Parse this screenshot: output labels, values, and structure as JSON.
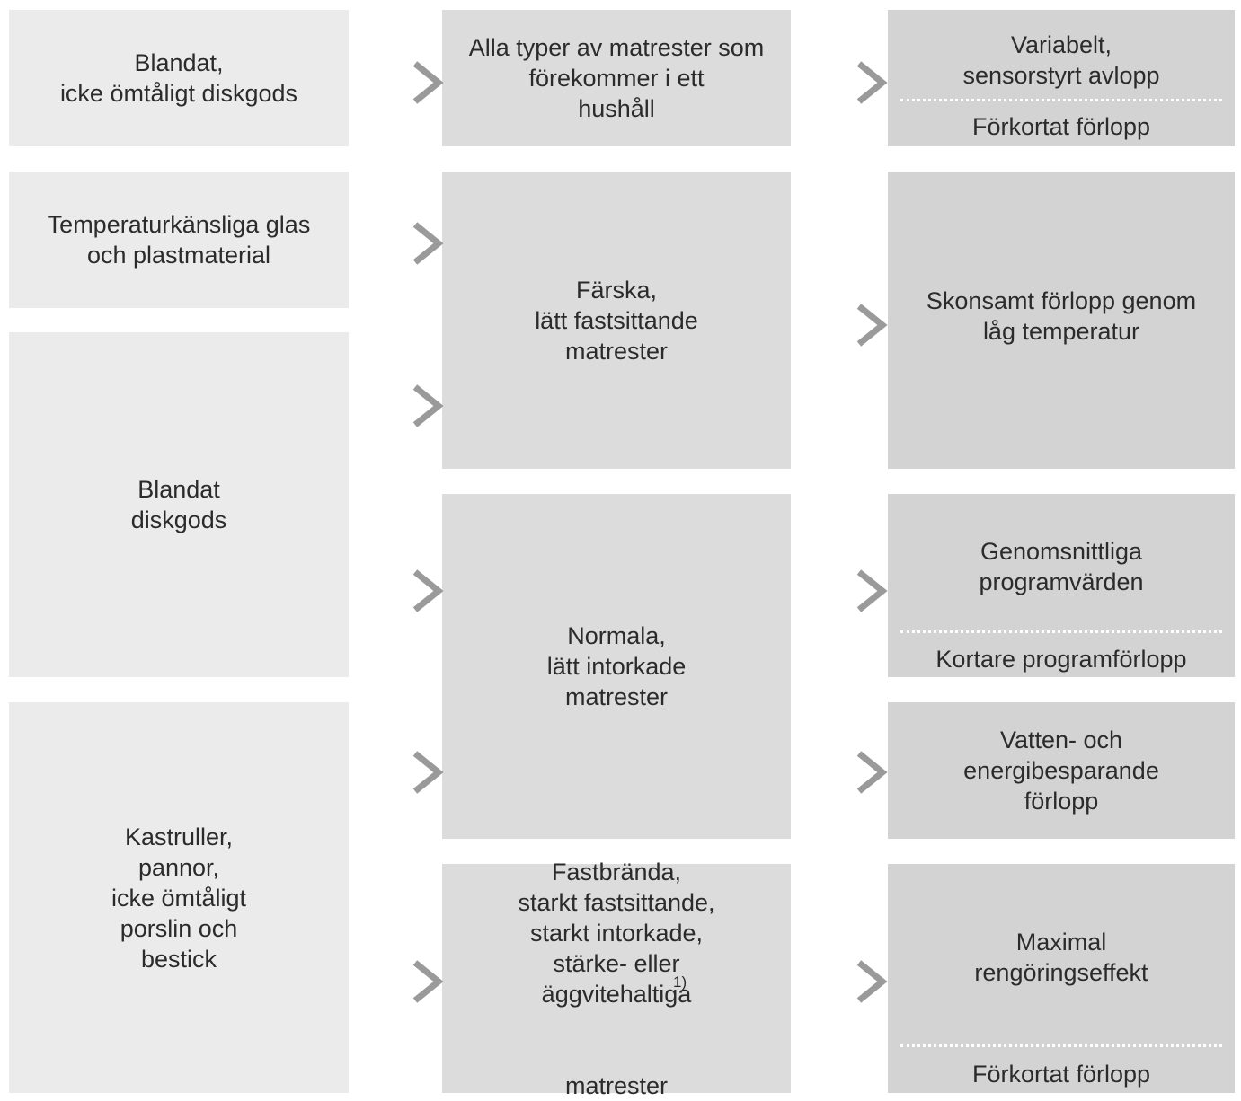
{
  "col1": {
    "box1": "Blandat,\nicke ömtåligt diskgods",
    "box2": "Temperaturkänsliga glas\noch plastmaterial",
    "box3": "Blandat\ndiskgods",
    "box4": "Kastruller,\npannor,\nicke ömtåligt\nporslin och\nbestick"
  },
  "col2": {
    "box1": "Alla typer av matrester som\nförekommer i ett\nhushåll",
    "box2": "Färska,\nlätt fastsittande\nmatrester",
    "box3": "Normala,\nlätt intorkade\nmatrester",
    "box4_main": "Fastbrända,\nstarkt fastsittande,\nstarkt intorkade,\nstärke- eller\näggvitehaltiga",
    "box4_footnote": "1)",
    "box4_last": "matrester"
  },
  "col3": {
    "box1_top": "Variabelt,\nsensorstyrt avlopp",
    "box1_bottom": "Förkortat förlopp",
    "box2": "Skonsamt förlopp genom\nlåg temperatur",
    "box3_top": "Genomsnittliga\nprogramvärden",
    "box3_bottom": "Kortare programförlopp",
    "box4": "Vatten- och\nenergibesparande\nförlopp",
    "box5_top": "Maximal\nrengöringseffekt",
    "box5_bottom": "Förkortat förlopp"
  },
  "colors": {
    "col1": "#ebebeb",
    "col2": "#dcdcdc",
    "col3": "#d3d3d3",
    "arrow": "#9a9a9a",
    "text": "#2b2b2b"
  }
}
